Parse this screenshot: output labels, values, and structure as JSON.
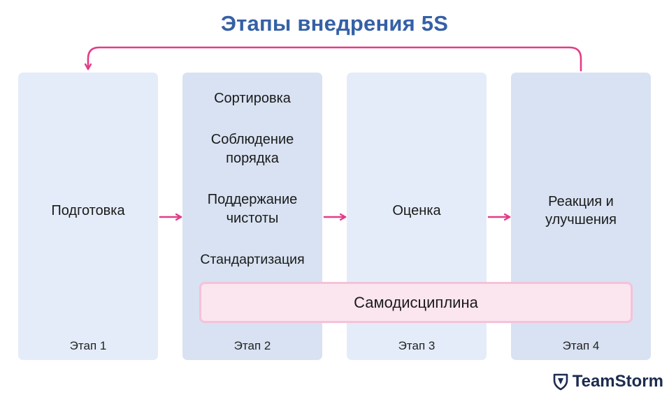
{
  "title": "Этапы внедрения 5S",
  "stages": [
    {
      "label": "Подготовка",
      "footer": "Этап 1"
    },
    {
      "steps": [
        "Сортировка",
        "Соблюдение порядка",
        "Поддержание чистоты",
        "Стандартизация"
      ],
      "footer": "Этап 2"
    },
    {
      "label": "Оценка",
      "footer": "Этап 3"
    },
    {
      "label": "Реакция и улучшения",
      "footer": "Этап 4"
    }
  ],
  "self_discipline": "Самодисциплина",
  "logo": {
    "text": "TeamStorm",
    "icon": "teamstorm-logo-icon"
  },
  "colors": {
    "title": "#3560a6",
    "arrow": "#e23c87",
    "stage_light": "#e4ecf9",
    "stage_dark": "#d8e2f2",
    "samo_fill": "#fbe6f0",
    "samo_border": "#f5c2da"
  }
}
